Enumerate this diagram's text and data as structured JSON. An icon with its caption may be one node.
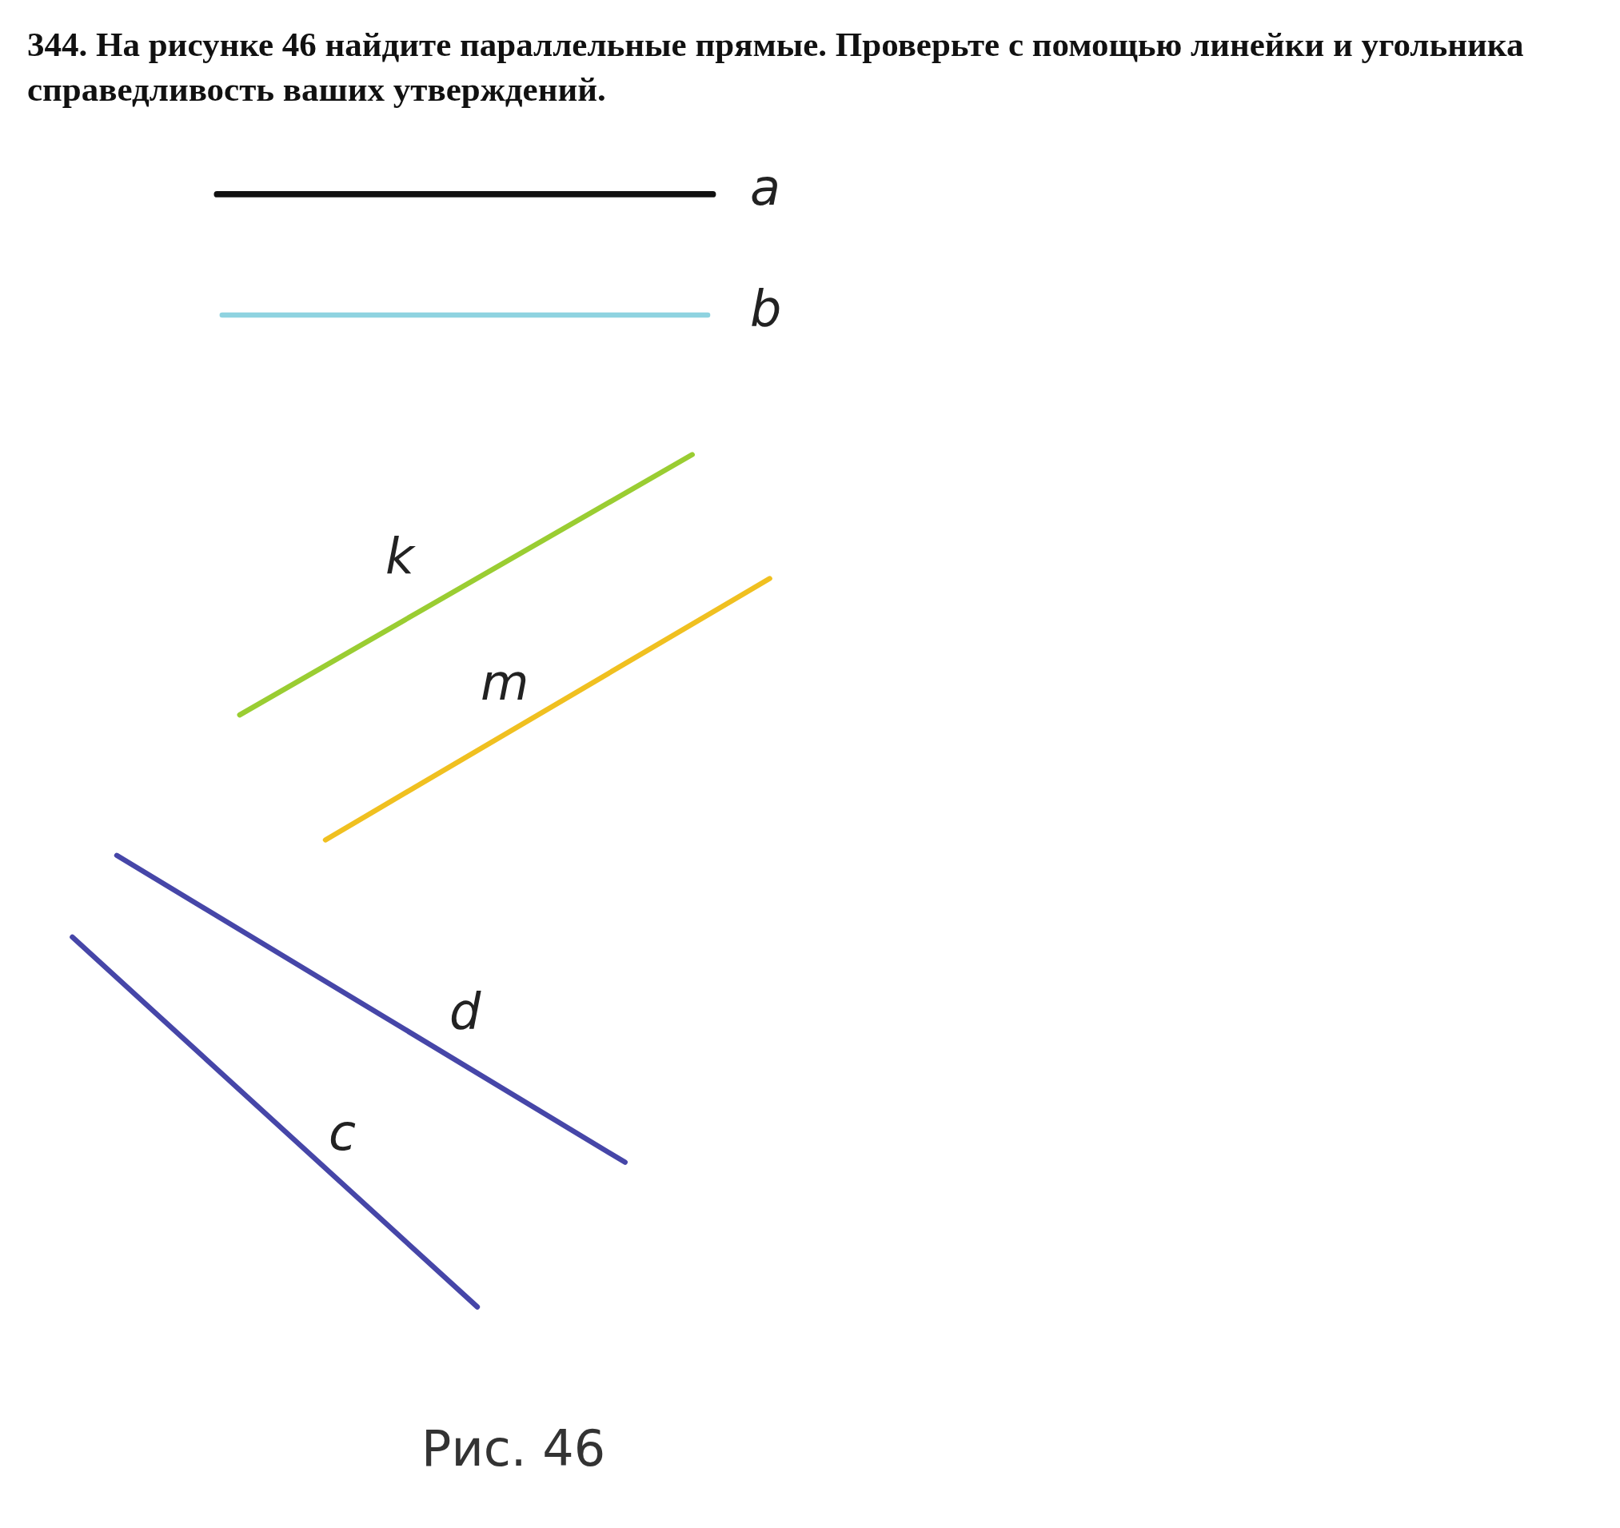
{
  "diagram": {
    "title": "344. На рисунке 46 найдите параллельные прямые. Проверьте с помощью линейки и угольника справедливость ваших утверждений.",
    "caption": "Рис. 46",
    "labels": [
      "a",
      "b",
      "k",
      "m",
      "d",
      "c"
    ]
  }
}
